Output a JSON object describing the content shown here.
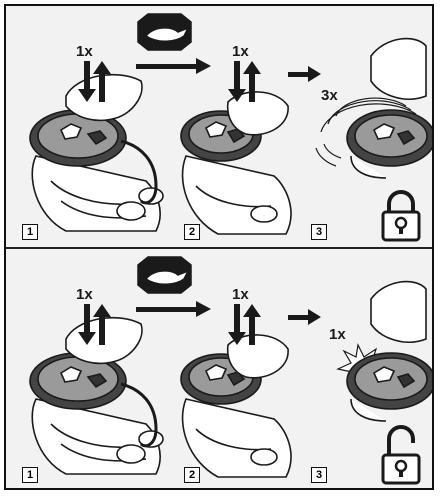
{
  "panels": [
    {
      "id": "lock",
      "press_count_1": "1x",
      "press_count_2": "1x",
      "flash_count": "3x",
      "steps": [
        "1",
        "2",
        "3"
      ],
      "lock_state_icon": "lock-closed-icon"
    },
    {
      "id": "unlock",
      "press_count_1": "1x",
      "press_count_2": "1x",
      "flash_count": "1x",
      "steps": [
        "1",
        "2",
        "3"
      ],
      "lock_state_icon": "lock-open-icon"
    }
  ],
  "icons": {
    "running_hare": "running-hare-icon",
    "arrow_right": "arrow-right-icon",
    "up_down_arrows": "press-release-arrows-icon"
  },
  "colors": {
    "background": "#f2f2f2",
    "line": "#1a1a1a",
    "fob_body": "#555555",
    "button": "#8a8a8a"
  }
}
